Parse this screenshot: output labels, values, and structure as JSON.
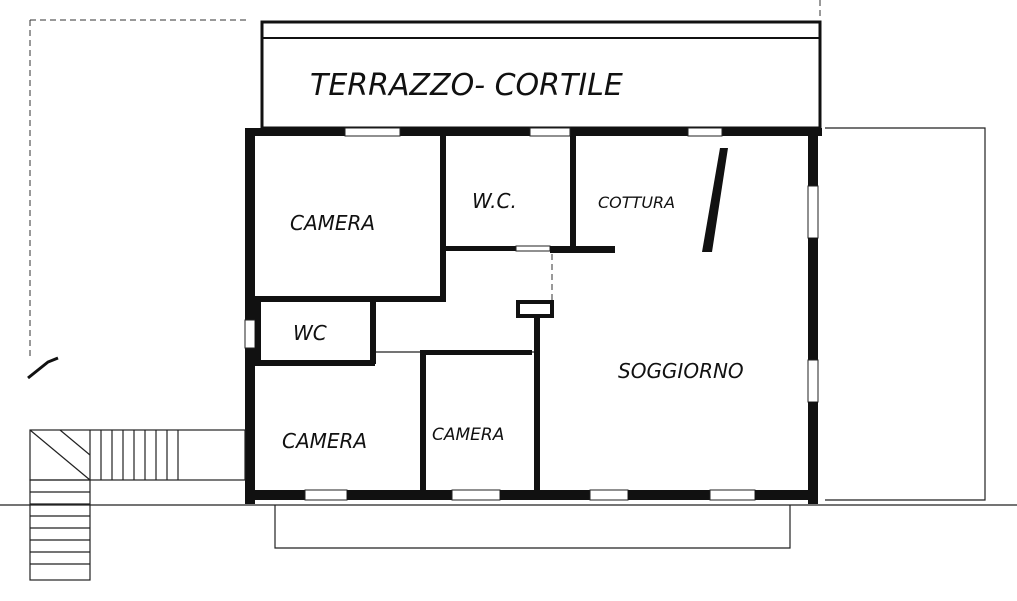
{
  "plan": {
    "labels": {
      "terrace": "TERRAZZO- CORTILE",
      "bedroom_top_left": "CAMERA",
      "wc_top": "W.C.",
      "kitchen": "COTTURA",
      "wc_small": "WC",
      "living": "SOGGIORNO",
      "bedroom_bottom_left": "CAMERA",
      "bedroom_bottom_mid": "CAMERA"
    },
    "colors": {
      "ink": "#111111",
      "paper": "#ffffff"
    }
  }
}
